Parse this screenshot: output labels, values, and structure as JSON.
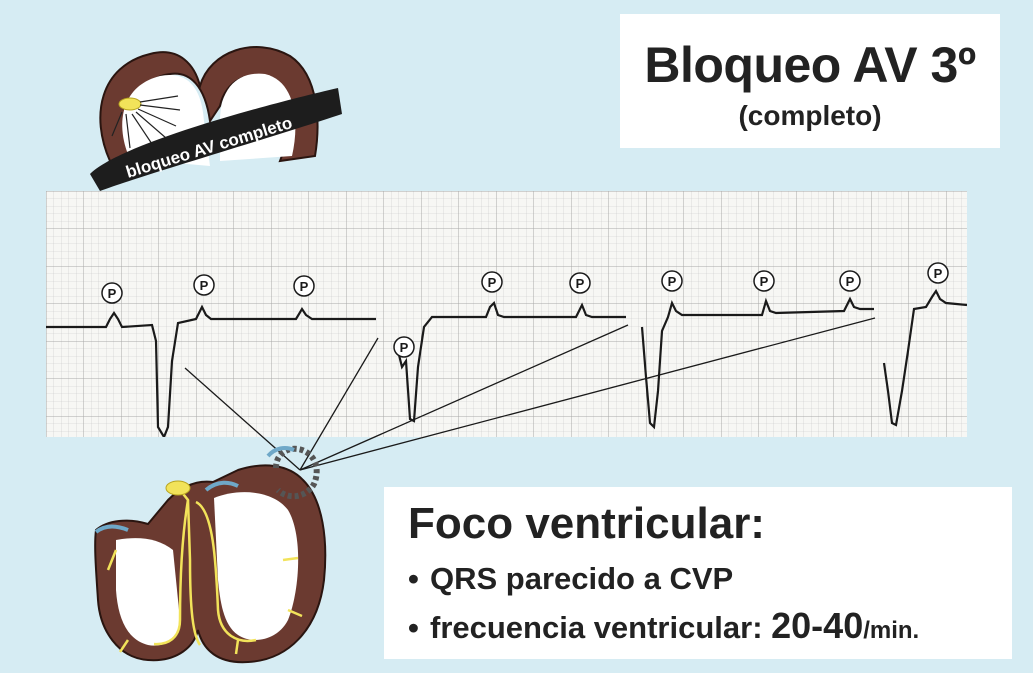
{
  "title": {
    "main": "Bloqueo AV 3º",
    "sub": "(completo)"
  },
  "atria_label": "bloqueo AV completo",
  "p_label": "P",
  "focus": {
    "heading": "Foco ventricular:",
    "bullets": [
      {
        "text": "QRS parecido a CVP"
      },
      {
        "text": "frecuencia ventricular: ",
        "rate": "20-40",
        "unit": "/min."
      }
    ]
  },
  "colors": {
    "background": "#d6ecf3",
    "heart_muscle": "#6b3a30",
    "conduction": "#f2e35a",
    "ecg_grid": "#b9b9b9",
    "ecg_trace": "#1a1a1a",
    "panel": "#ffffff"
  }
}
